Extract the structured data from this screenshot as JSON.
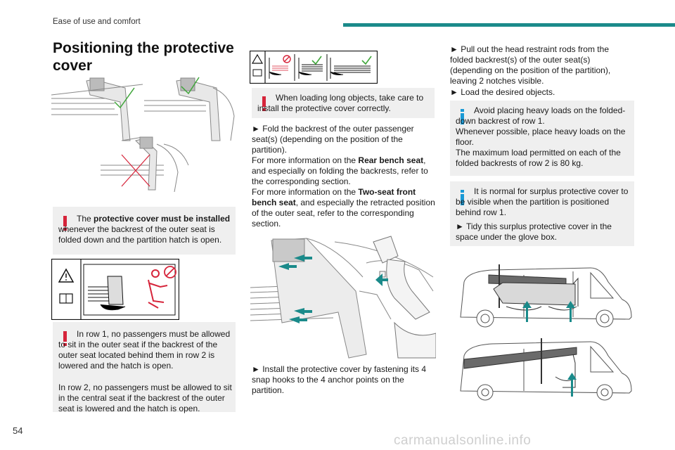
{
  "header": {
    "section": "Ease of use and comfort",
    "accent_color": "#1a8a8a"
  },
  "title": "Positioning the protective cover",
  "left": {
    "warn1": {
      "pre": "The ",
      "bold": "protective cover must be installed",
      "post": " whenever the backrest of the outer seat is folded down and the partition hatch is open."
    },
    "warn2": {
      "line1": "In row 1, no passengers must be allowed to sit in the outer seat if the backrest of the outer seat located behind them in row 2 is lowered and the hatch is open.",
      "line2": "In row 2, no passengers must be allowed to sit in the central seat if the backrest of the outer seat is lowered and the hatch is open."
    }
  },
  "middle": {
    "warn3": "When loading long objects, take care to install the protective cover correctly.",
    "fold": {
      "step": "► Fold the backrest of the outer passenger seat(s) (depending on the position of the partition).",
      "info1_pre": "For more information on the ",
      "info1_bold": "Rear bench seat",
      "info1_post": ", and especially on folding the backrests, refer to the corresponding section.",
      "info2_pre": "For more information on the ",
      "info2_bold": "Two-seat front bench seat",
      "info2_post": ", and especially the retracted position of the outer seat, refer to the corresponding section."
    },
    "install": "► Install the protective cover by fastening its 4 snap hooks to the 4 anchor points on the partition."
  },
  "right": {
    "steps": {
      "s1": "► Pull out the head restraint rods from the folded backrest(s) of the outer seat(s) (depending on the position of the partition), leaving 2 notches visible.",
      "s2": "► Load the desired objects."
    },
    "info1": {
      "a": "Avoid placing heavy loads on the folded-down backrest of row 1.",
      "b": "Whenever possible, place heavy loads on the floor.",
      "c": "The maximum load permitted on each of the folded backrests of row 2 is 80 kg."
    },
    "info2": {
      "a": "It is normal for surplus protective cover to be visible when the partition is positioned behind row 1.",
      "b": "► Tidy this surplus protective cover in the space under the glove box."
    }
  },
  "page_number": "54",
  "watermark": "carmanualsonline.info",
  "colors": {
    "warning": "#d6243a",
    "info": "#1a9ad6",
    "ok_check": "#3fa63a",
    "teal_arrow": "#1a8a8a"
  }
}
